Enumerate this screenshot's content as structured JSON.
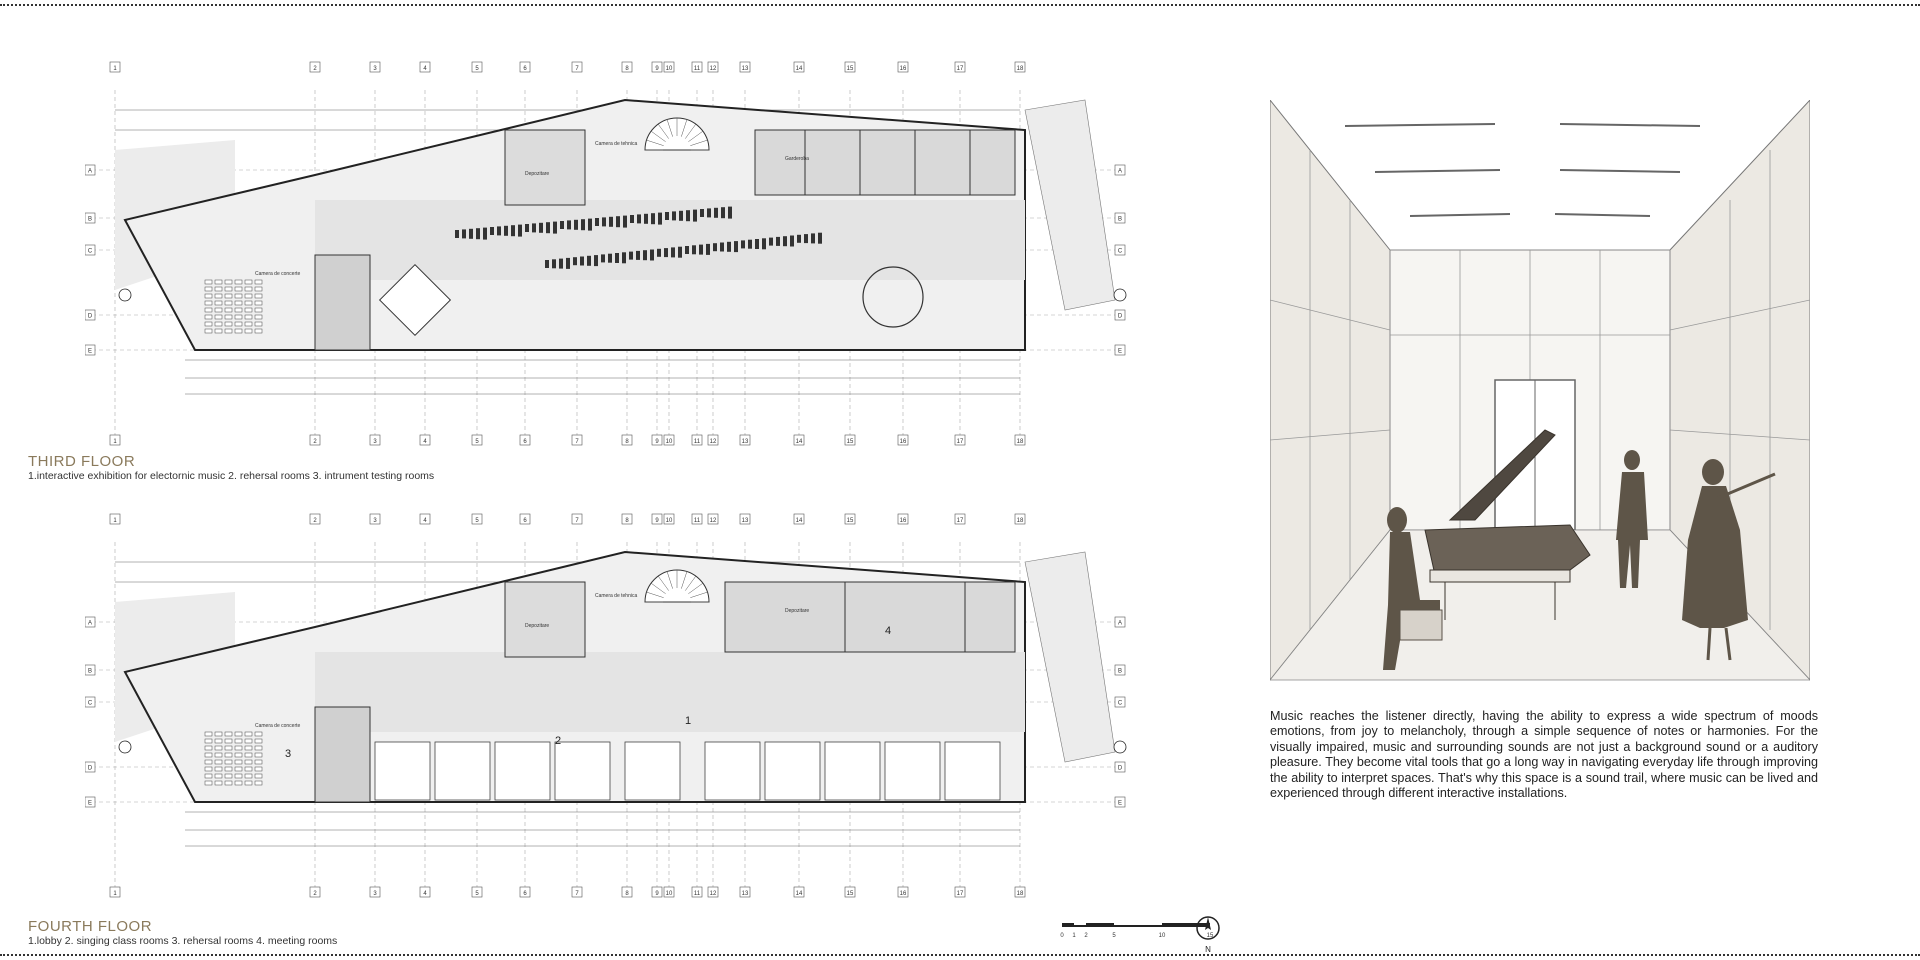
{
  "third_floor": {
    "title": "THIRD FLOOR",
    "caption": "1.interactive exhibition for electornic music  2. rehersal rooms 3. intrument testing rooms",
    "axis_numbers": [
      "1",
      "2",
      "3",
      "4",
      "5",
      "6",
      "7",
      "8",
      "9",
      "10",
      "11",
      "12",
      "13",
      "14",
      "15",
      "16",
      "17",
      "18"
    ],
    "axis_letters": [
      "A",
      "B",
      "C",
      "D",
      "E"
    ],
    "room_labels": [
      "Camera de concerte",
      "Depozitare",
      "Garderoba",
      "Camera de tehnica"
    ]
  },
  "fourth_floor": {
    "title": "FOURTH FLOOR",
    "caption": "1.lobby  2. singing class rooms 3. rehersal rooms  4. meeting rooms",
    "axis_numbers": [
      "1",
      "2",
      "3",
      "4",
      "5",
      "6",
      "7",
      "8",
      "9",
      "10",
      "11",
      "12",
      "13",
      "14",
      "15",
      "16",
      "17",
      "18"
    ],
    "axis_letters": [
      "A",
      "B",
      "C",
      "D",
      "E"
    ],
    "room_numbers": [
      "1",
      "2",
      "3",
      "4"
    ],
    "room_labels": [
      "Camera de concerte",
      "Depozitare",
      "Depozitare",
      "Camera de tehnica"
    ]
  },
  "description": "Music reaches the listener directly, having the ability to express a wide spectrum  of moods emotions,  from joy  to  melancholy,  through  a simple    sequence  of  notes or harmonies. For   the visually  impaired, music and surrounding sounds are not just a  background sound  or a auditory  pleasure. They      become  vital tools that  go a long way in navigating everyday life through improving the ability to interpret spaces. That's why this space is a sound  trail,  where  music can  be lived  and  experienced through different interactive installations.",
  "scale_bar": {
    "ticks": [
      "0",
      "1",
      "2",
      "5",
      "10",
      "15"
    ]
  },
  "north_arrow": {
    "label": "N",
    "icon": "north-arrow-icon"
  },
  "colors": {
    "title": "#8a7a5c",
    "figure": "#5e5548",
    "line": "#555555"
  }
}
